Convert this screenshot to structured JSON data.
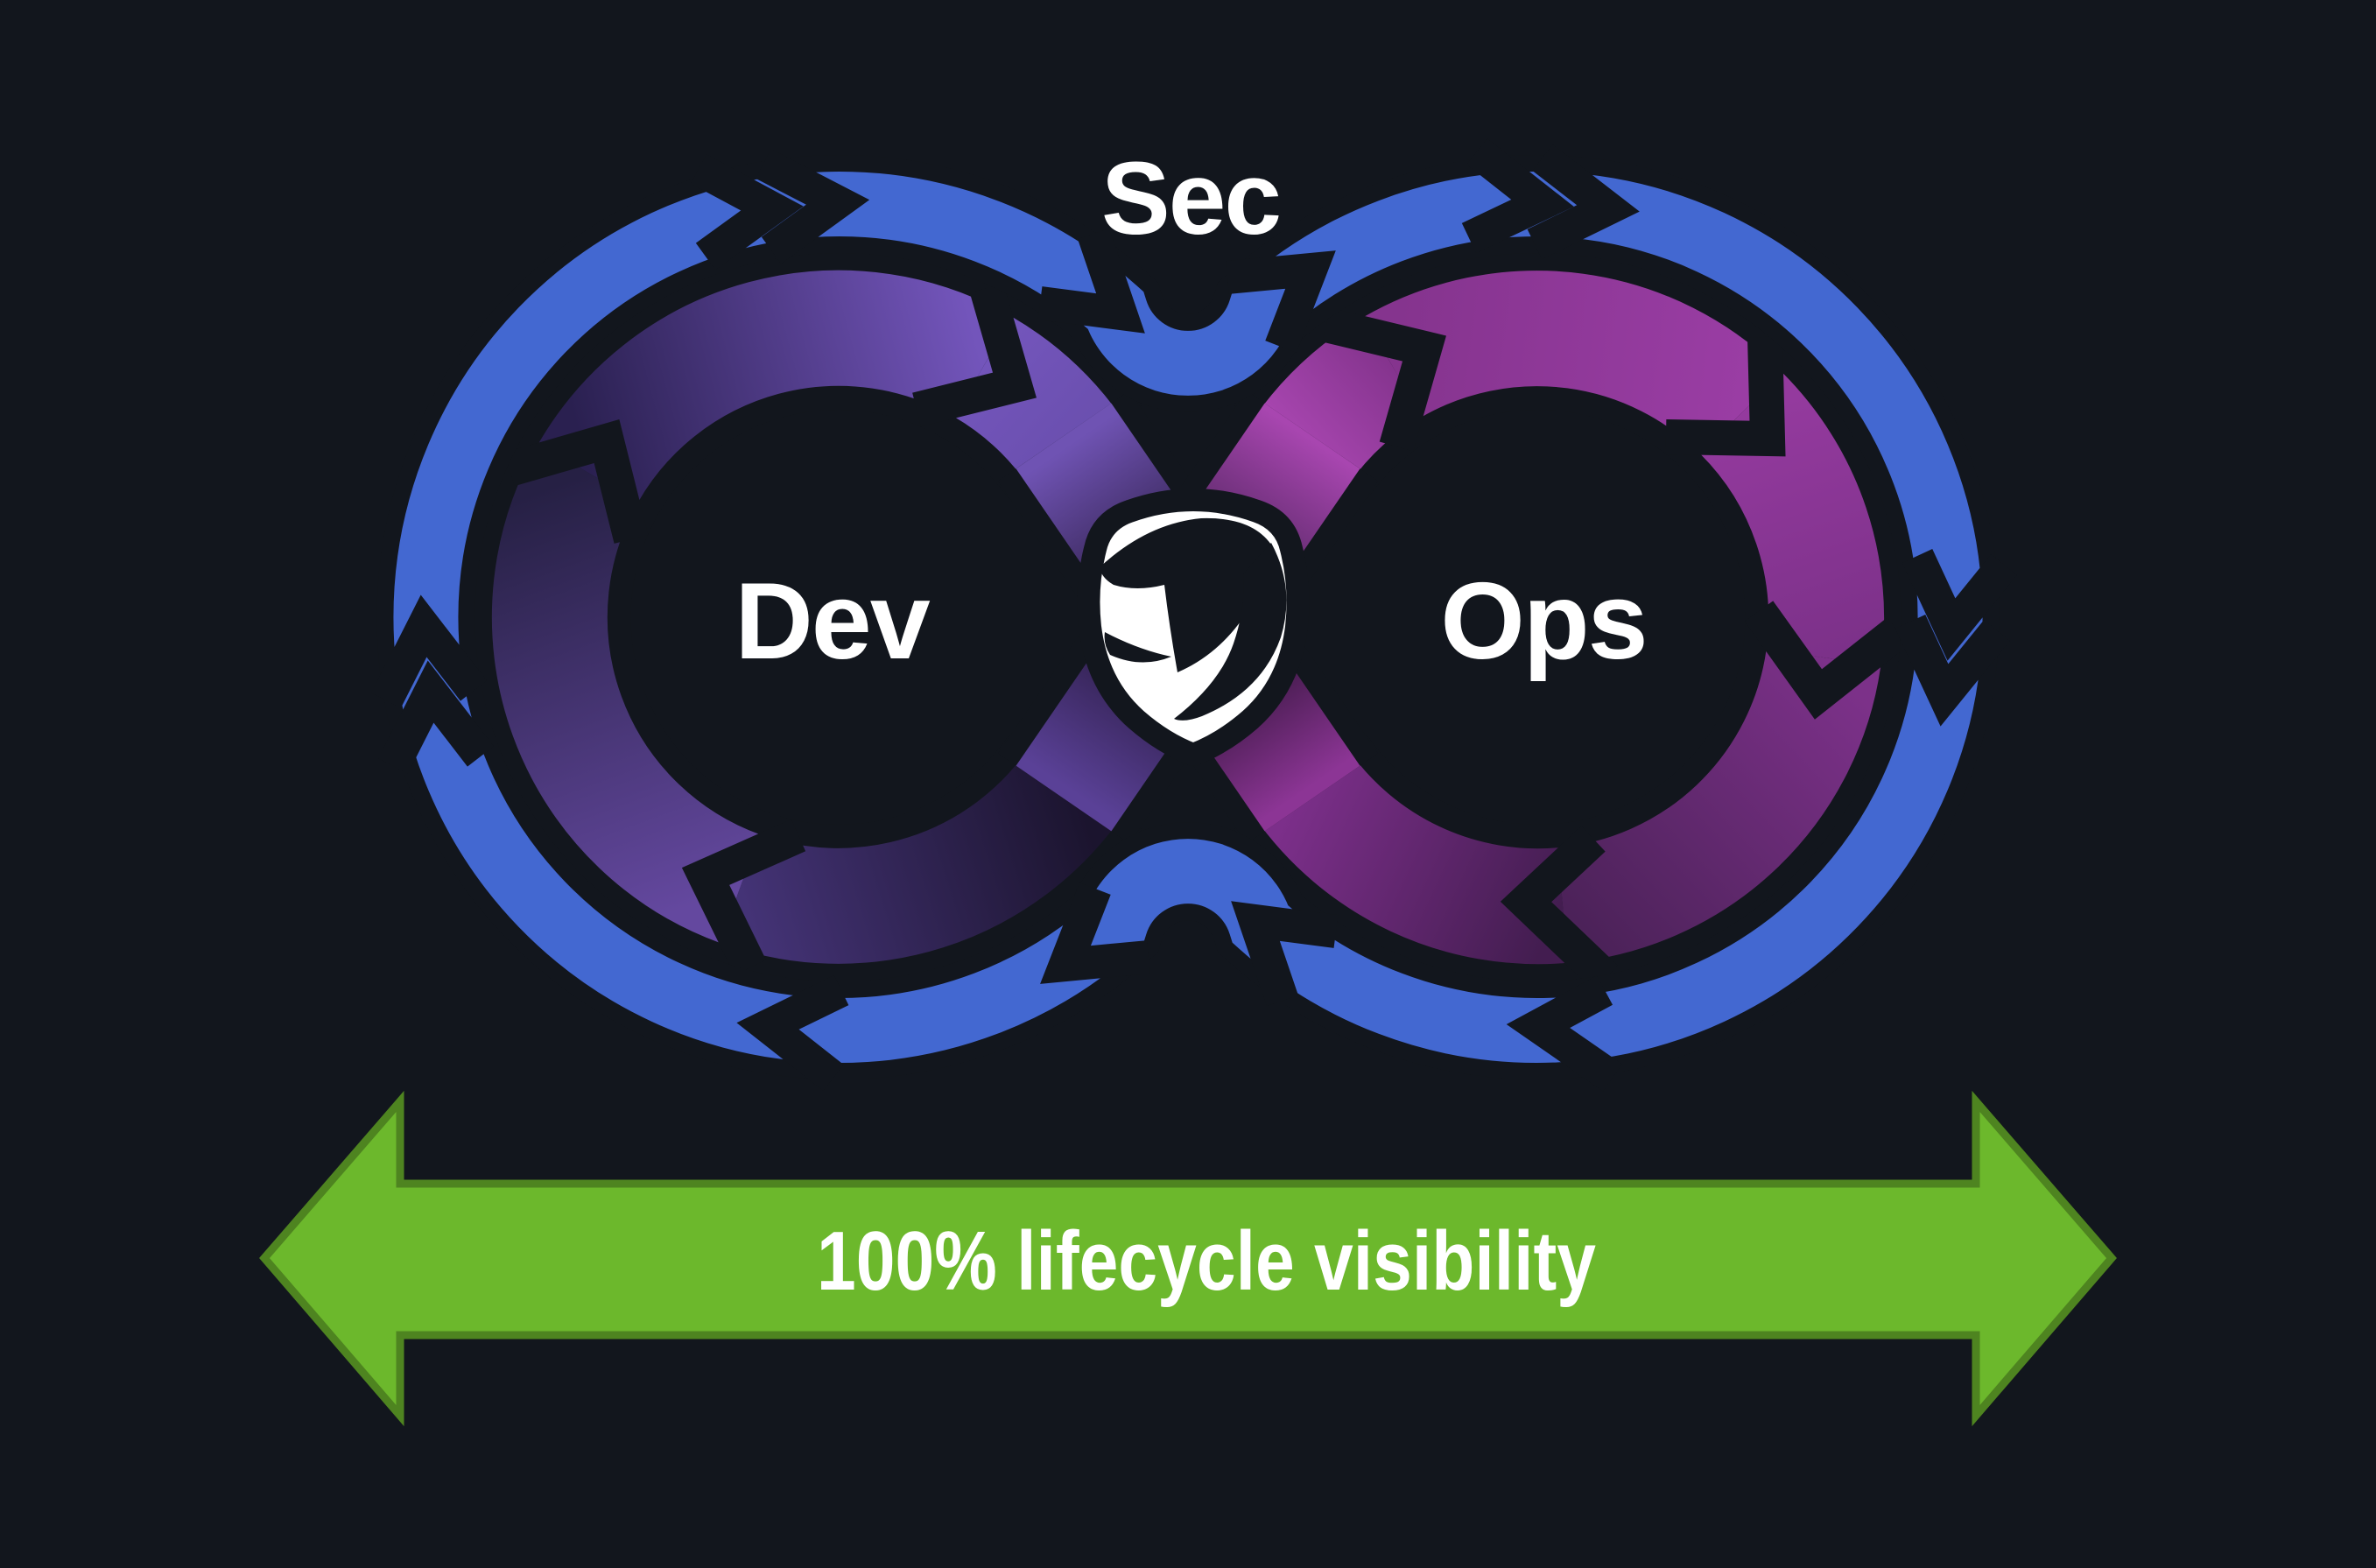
{
  "diagram": {
    "type": "devsecops-infinity-loop",
    "loop": {
      "sec_label": "Sec",
      "dev_label": "Dev",
      "ops_label": "Ops"
    },
    "banner": {
      "label": "100% lifecycle visibility"
    },
    "icons": {
      "center": "shield-security-icon"
    },
    "colors": {
      "background": "#12161d",
      "outline": "#12161d",
      "blue_loop": "#4368d1",
      "purple_bright": "#7355bb",
      "purple_dark": "#241636",
      "magenta_bright": "#9a3da4",
      "magenta_dark": "#431d50",
      "green_banner": "#6cb82c",
      "green_banner_border": "#4e8420",
      "label_text": "#ffffff",
      "shield_fill": "#ffffff"
    }
  }
}
